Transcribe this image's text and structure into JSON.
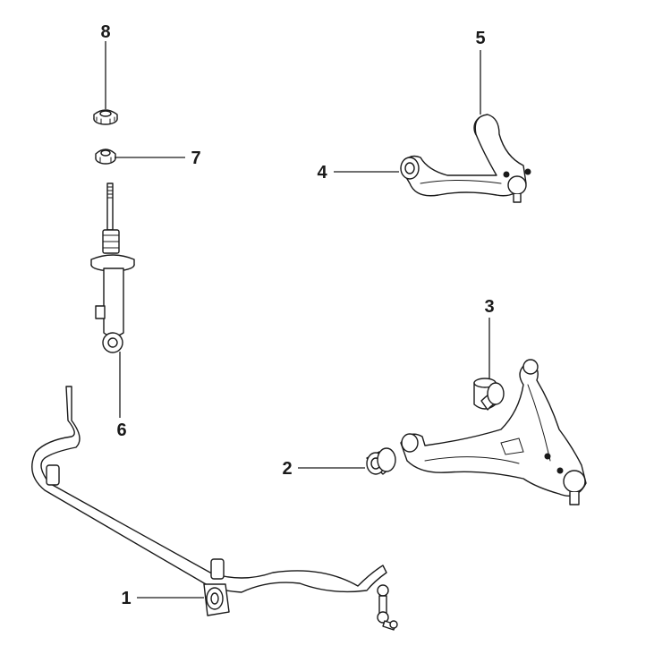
{
  "callouts": [
    {
      "id": "1"
    },
    {
      "id": "2"
    },
    {
      "id": "3"
    },
    {
      "id": "4"
    },
    {
      "id": "5"
    },
    {
      "id": "6"
    },
    {
      "id": "7"
    },
    {
      "id": "8"
    }
  ],
  "colors": {
    "ink": "#1a1a1a",
    "background": "#ffffff"
  }
}
